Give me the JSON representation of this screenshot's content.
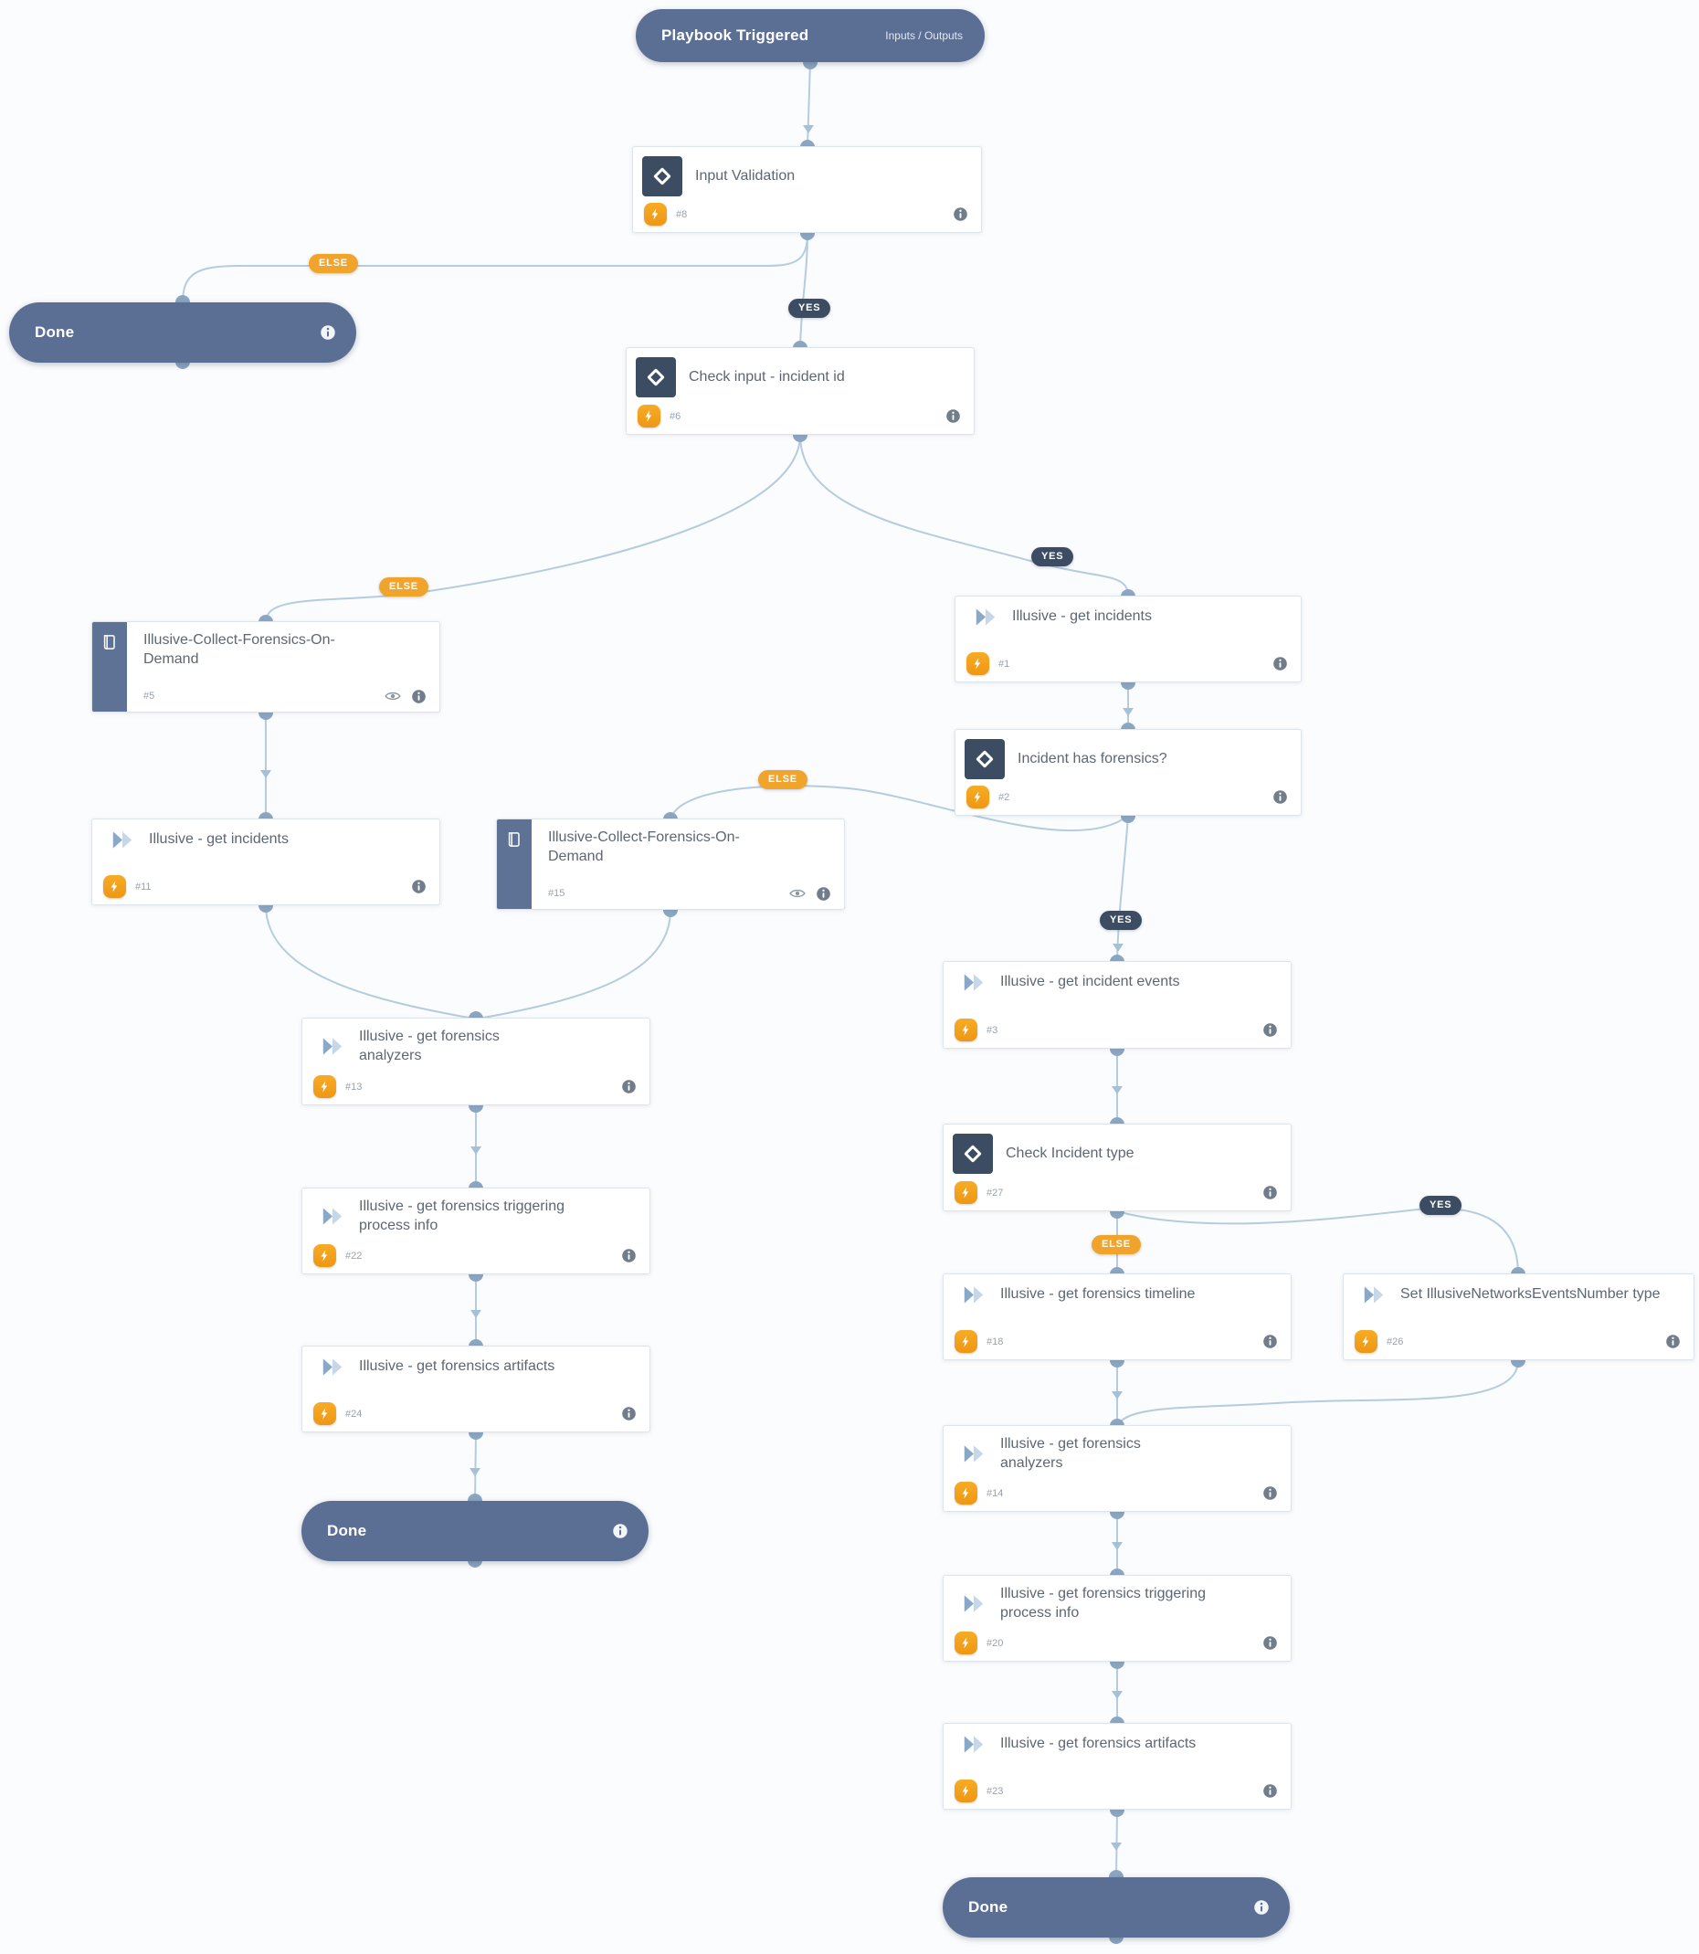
{
  "badges": {
    "yes": "YES",
    "else": "ELSE"
  },
  "start": {
    "title": "Playbook Triggered",
    "io_label": "Inputs / Outputs"
  },
  "nodes": {
    "input_validation": {
      "title": "Input Validation",
      "id": "#8"
    },
    "check_input": {
      "title": "Check input - incident id",
      "id": "#6"
    },
    "collect_forensics_5": {
      "title": "Illusive-Collect-Forensics-On-Demand",
      "id": "#5"
    },
    "get_incidents_1": {
      "title": "Illusive - get incidents",
      "id": "#1"
    },
    "get_incidents_11": {
      "title": "Illusive - get incidents",
      "id": "#11"
    },
    "incident_has_forensics": {
      "title": "Incident  has forensics?",
      "id": "#2"
    },
    "collect_forensics_15": {
      "title": "Illusive-Collect-Forensics-On-Demand",
      "id": "#15"
    },
    "get_incident_events": {
      "title": "Illusive - get incident events",
      "id": "#3"
    },
    "get_forensics_analyzers_13": {
      "title": "Illusive - get forensics analyzers",
      "id": "#13"
    },
    "check_incident_type": {
      "title": "Check Incident type",
      "id": "#27"
    },
    "get_forensics_triggering_22": {
      "title": "Illusive - get forensics triggering process info",
      "id": "#22"
    },
    "get_forensics_timeline": {
      "title": "Illusive - get forensics timeline",
      "id": "#18"
    },
    "set_events_number": {
      "title": "Set IllusiveNetworksEventsNumber type",
      "id": "#26"
    },
    "get_forensics_artifacts_24": {
      "title": "Illusive - get forensics artifacts",
      "id": "#24"
    },
    "get_forensics_analyzers_14": {
      "title": "Illusive - get forensics analyzers",
      "id": "#14"
    },
    "get_forensics_triggering_20": {
      "title": "Illusive - get forensics triggering process info",
      "id": "#20"
    },
    "get_forensics_artifacts_23": {
      "title": "Illusive - get forensics artifacts",
      "id": "#23"
    }
  },
  "terminals": {
    "done_left": {
      "title": "Done"
    },
    "done_mid": {
      "title": "Done"
    },
    "done_right": {
      "title": "Done"
    }
  },
  "colors": {
    "pill_bg": "#5b6f94",
    "condition_icon_bg": "#3c4d63",
    "bolt_bg": "#f2a31d",
    "connector": "#b6cbdf",
    "connector_dot": "#8ba6c3",
    "yes_badge_bg": "#3c4d63",
    "else_badge_bg": "#f0a42c"
  }
}
